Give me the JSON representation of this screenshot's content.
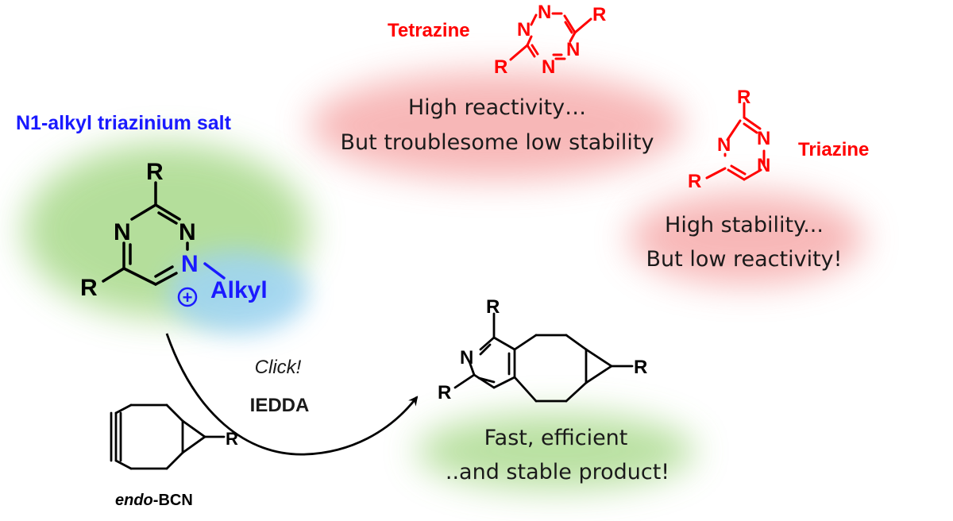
{
  "colors": {
    "red": "#ff0000",
    "blue": "#1a1aff",
    "black": "#000000",
    "glow_green": "#a8d98a",
    "glow_blue": "#9fd4f2",
    "glow_red": "#f5a0a0"
  },
  "tetrazine": {
    "name": "Tetrazine",
    "atoms": {
      "n": "N",
      "r": "R"
    },
    "caption_line1": "High reactivity…",
    "caption_line2": "But troublesome low stability"
  },
  "triazine": {
    "name": "Triazine",
    "atoms": {
      "n": "N",
      "r": "R"
    },
    "caption_line1": "High stability...",
    "caption_line2": "But low reactivity!"
  },
  "salt": {
    "title": "N1-alkyl triazinium salt",
    "atoms": {
      "n": "N",
      "r": "R",
      "alkyl": "Alkyl",
      "plus": "+"
    }
  },
  "reaction": {
    "line1": "Click!",
    "line2": "IEDDA"
  },
  "bcn": {
    "r": "R",
    "label_italic": "endo",
    "label_rest": "-BCN"
  },
  "product": {
    "atoms": {
      "n": "N",
      "r": "R"
    },
    "caption_line1": "Fast, efficient",
    "caption_line2": "..and stable product!"
  }
}
